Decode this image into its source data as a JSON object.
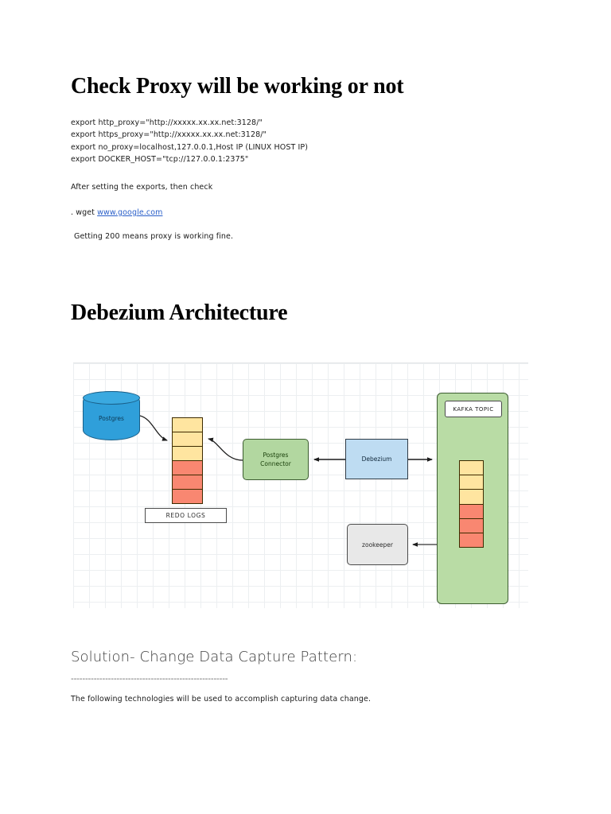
{
  "document": {
    "sections": {
      "proxy": {
        "title": "Check Proxy will be working or not",
        "exports": [
          "export http_proxy=\"http://xxxxx.xx.xx.net:3128/\"",
          "export https_proxy=\"http://xxxxx.xx.xx.net:3128/\"",
          "export no_proxy=localhost,127.0.0.1,Host IP (LINUX HOST IP)",
          "export DOCKER_HOST=\"tcp://127.0.0.1:2375\""
        ],
        "after_exports_text": "After setting the exports, then check",
        "wget_prefix": ". wget ",
        "wget_link": "www.google.com",
        "result_text": "Getting 200 means proxy is working fine."
      },
      "architecture": {
        "title": "Debezium Architecture",
        "diagram": {
          "nodes": {
            "postgres": "Postgres",
            "redo_logs_label": "REDO LOGS",
            "postgres_connector_line1": "Postgres",
            "postgres_connector_line2": "Connector",
            "debezium": "Debezium",
            "zookeeper": "zookeeper",
            "kafka_topic": "KAFKA TOPIC"
          },
          "log_stacks": {
            "redo": [
              "yellow",
              "yellow",
              "yellow",
              "red",
              "red",
              "red"
            ],
            "kafka": [
              "yellow",
              "yellow",
              "yellow",
              "red",
              "red",
              "red"
            ]
          }
        }
      },
      "solution": {
        "heading": "Solution- Change Data Capture Pattern:",
        "rule": "-------------------------------------------------------",
        "note": "The following technologies will be used to accomplish capturing data change."
      }
    }
  },
  "colors": {
    "postgres_blue": "#2f9fda",
    "connector_green": "#b2d7a0",
    "debezium_blue": "#bedcf2",
    "zookeeper_gray": "#e8e8e8",
    "kafka_green": "#b9dca5",
    "log_yellow": "#ffe5a0",
    "log_red": "#f98771",
    "link_blue": "#2a5fc9"
  }
}
